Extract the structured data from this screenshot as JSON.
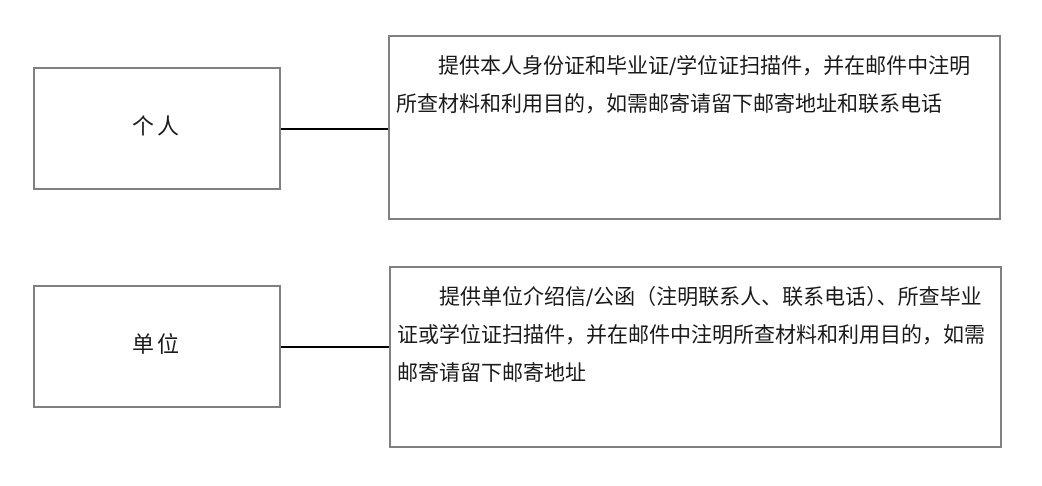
{
  "diagram": {
    "rows": [
      {
        "label": "个人",
        "content": "　　提供本人身份证和毕业证/学位证扫描件，并在邮件中注明所查材料和利用目的，如需邮寄请留下邮寄地址和联系电话",
        "content_lines": [
          "　　提供本人身份证和毕业证/学位证扫描件，",
          "并在邮件中注明所查材料和利用目的，如需邮",
          "寄请留下邮寄地址和联系电话"
        ]
      },
      {
        "label": "单位",
        "content": "　　提供单位介绍信/公函（注明联系人、联系电话）、所查毕业证或学位证扫描件，并在邮件中注明所查材料和利用目的，如需邮寄请留下邮寄地址",
        "content_lines": [
          "　　提供单位介绍信/公函（注明联系人、联系",
          "电话）、所查毕业证或学位证扫描件，并在邮",
          "件中注明所查材料和利用目的，如需邮寄请留",
          "下邮寄地址"
        ]
      }
    ],
    "colors": {
      "box_border": "#808080",
      "connector": "#000000",
      "text": "#1a1a1a",
      "background": "#ffffff"
    }
  }
}
